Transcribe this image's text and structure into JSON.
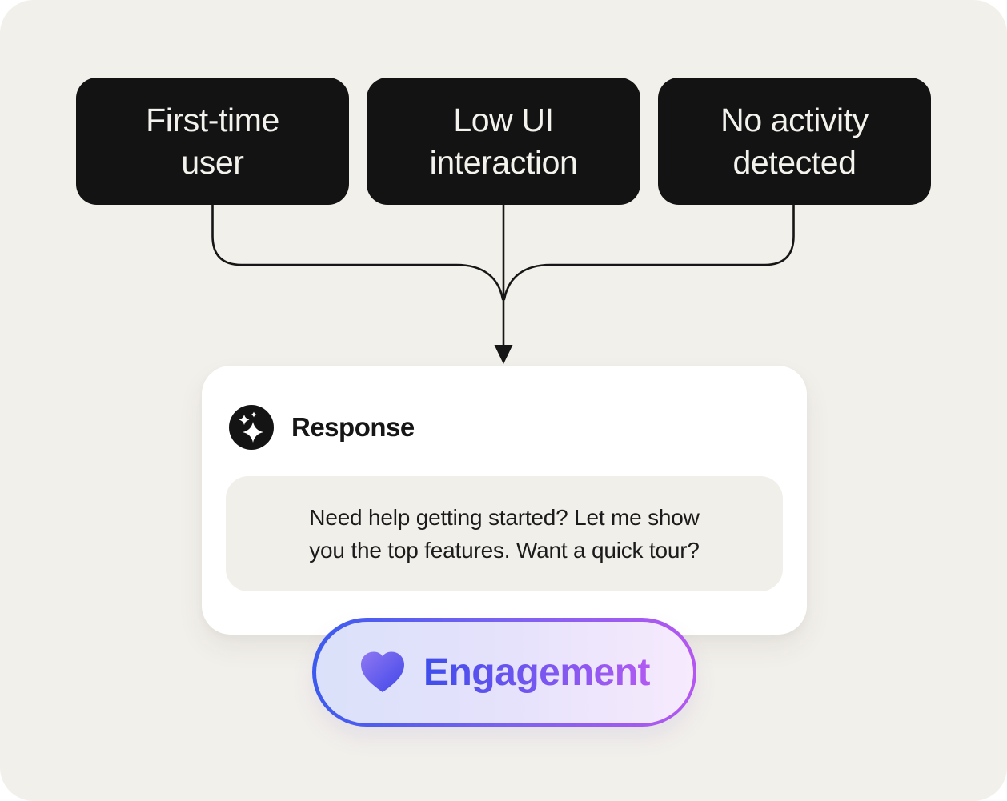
{
  "diagram": {
    "triggers": [
      {
        "label": "First-time\nuser"
      },
      {
        "label": "Low UI\ninteraction"
      },
      {
        "label": "No activity\ndetected"
      }
    ],
    "response_card": {
      "icon": "sparkles-icon",
      "title": "Response",
      "message": "Need help getting started? Let me show\nyou the top features. Want a quick tour?"
    },
    "outcome_badge": {
      "icon": "heart-icon",
      "label": "Engagement"
    },
    "colors": {
      "panel_bg": "#F2F0EB",
      "node_bg": "#131313",
      "node_text": "#F4F2ED",
      "connector": "#161616",
      "card_bg": "#FFFFFF",
      "bubble_bg": "#F1EFE9",
      "badge_border_start": "#3C5AEF",
      "badge_border_end": "#B457F0",
      "badge_bg_start": "#DBE1FA",
      "badge_bg_end": "#F6EAFD",
      "badge_text_start": "#3E4DEC",
      "badge_text_end": "#B25AF2",
      "heart_start": "#9078F2",
      "heart_end": "#3F46E9"
    }
  }
}
